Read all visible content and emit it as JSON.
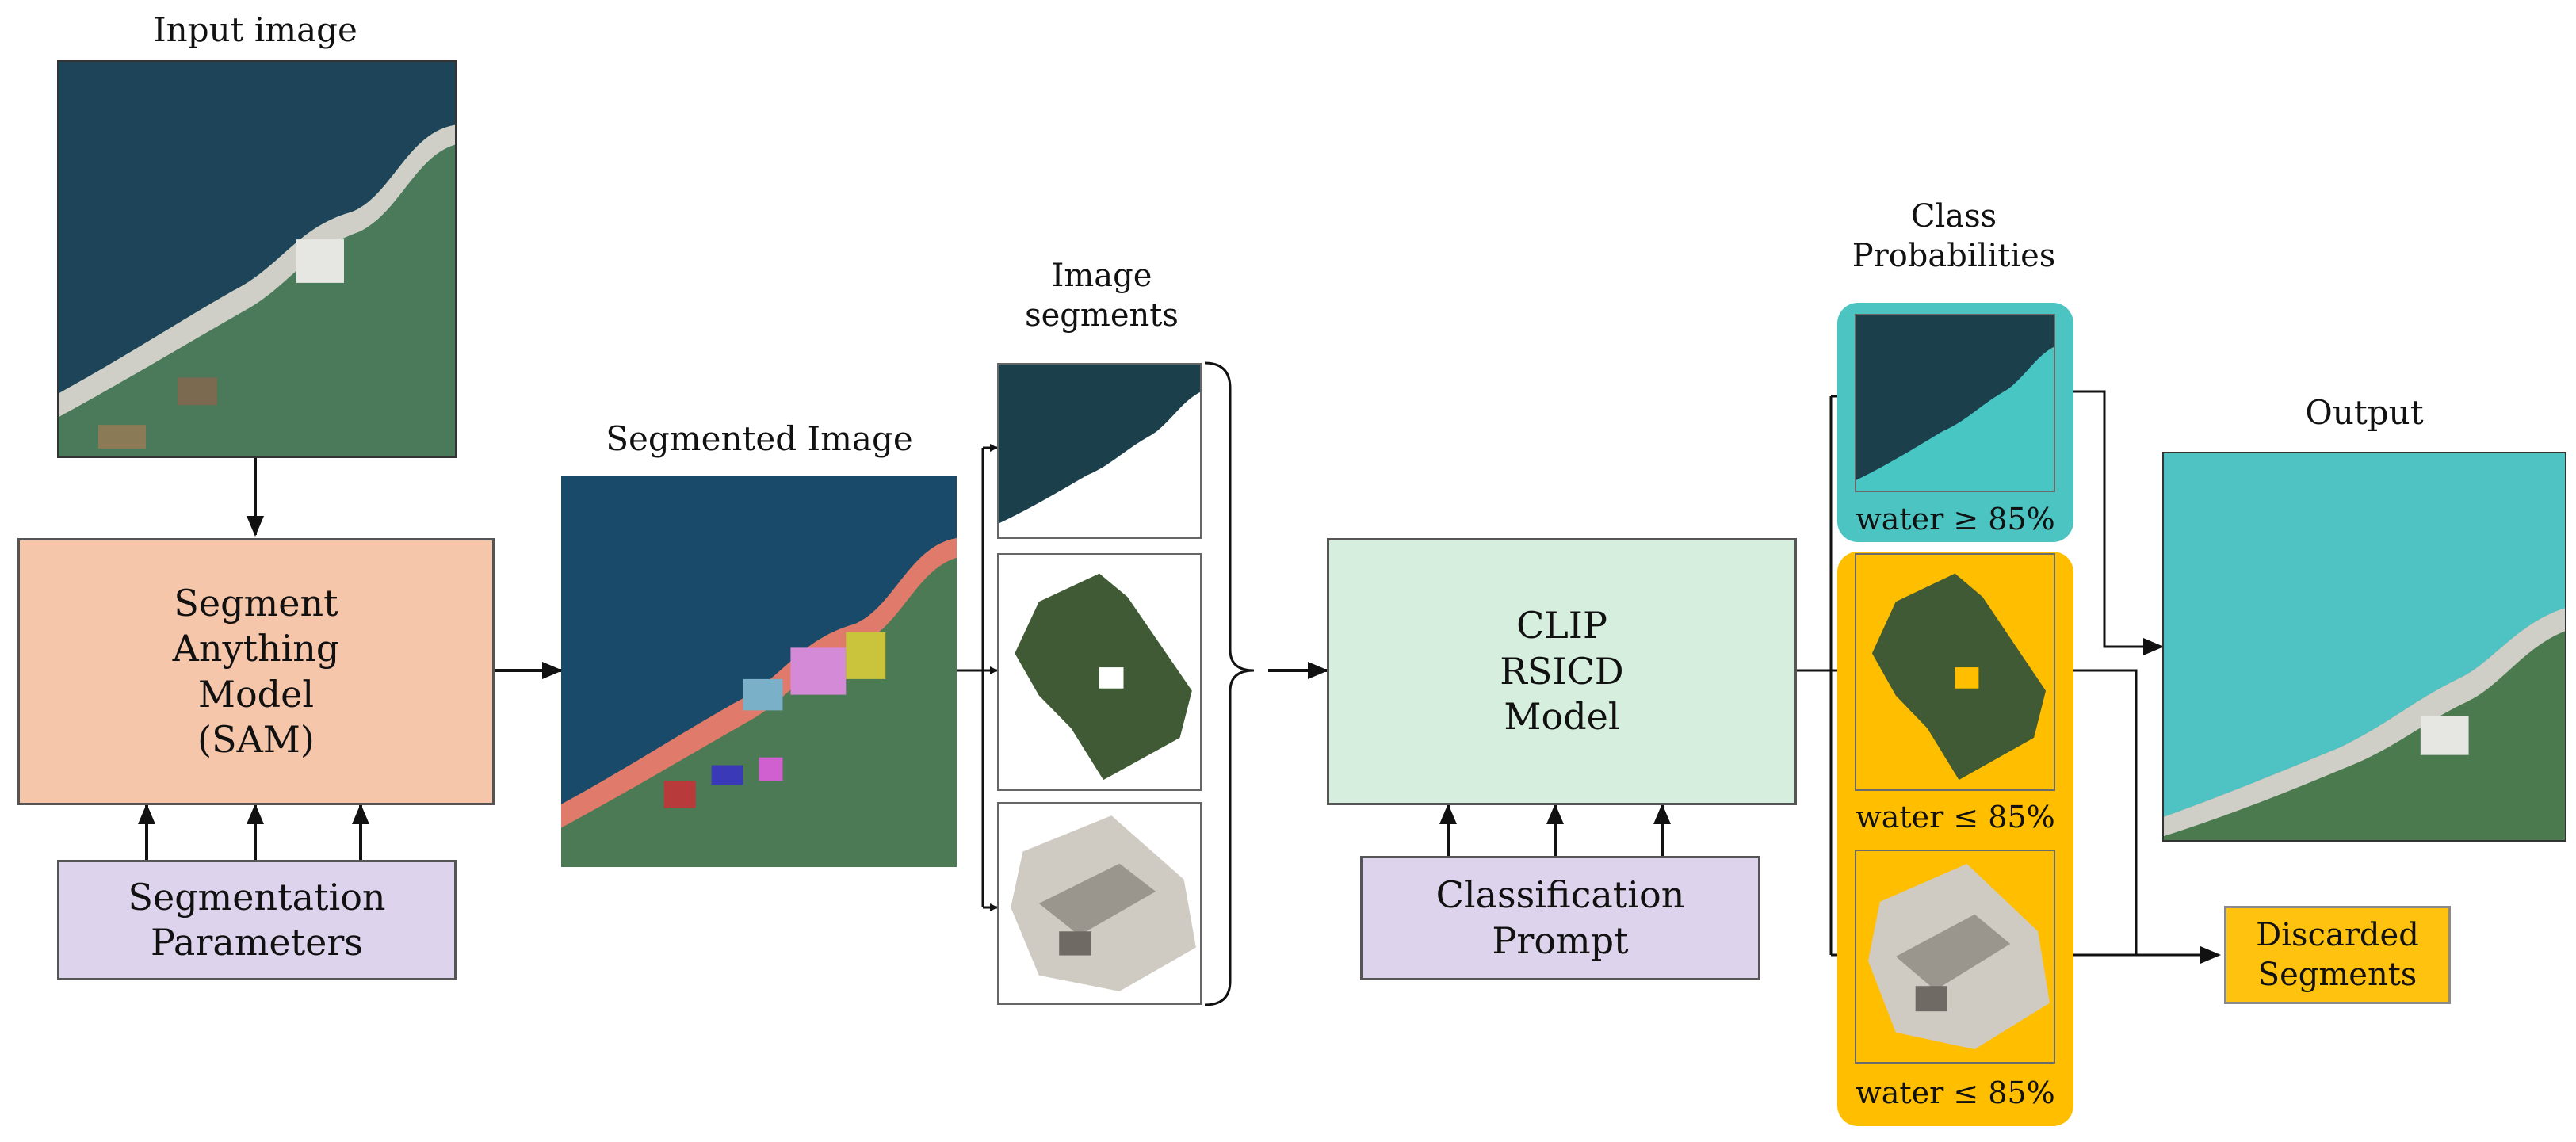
{
  "labels": {
    "input_image": "Input image",
    "segmented_image": "Segmented Image",
    "image_segments": "Image\nsegments",
    "class_probabilities": "Class\nProbabilities",
    "output": "Output"
  },
  "nodes": {
    "sam": "Segment\nAnything\nModel\n(SAM)",
    "segmentation_parameters": "Segmentation\nParameters",
    "clip": "CLIP\nRSICD\nModel",
    "classification_prompt": "Classification\nPrompt",
    "discarded_segments": "Discarded\nSegments"
  },
  "probabilities": {
    "water_segment": "water ≥ 85%",
    "vegetation_segment": "water ≤ 85%",
    "building_segment": "water ≤ 85%"
  },
  "colors": {
    "sam_fill": "#f5c6aa",
    "clip_fill": "#d6eedd",
    "param_fill": "#ddd3ec",
    "water_panel": "#4cc4c2",
    "rejected_panel": "#ffbf00",
    "discarded_fill": "#ffc20e"
  }
}
